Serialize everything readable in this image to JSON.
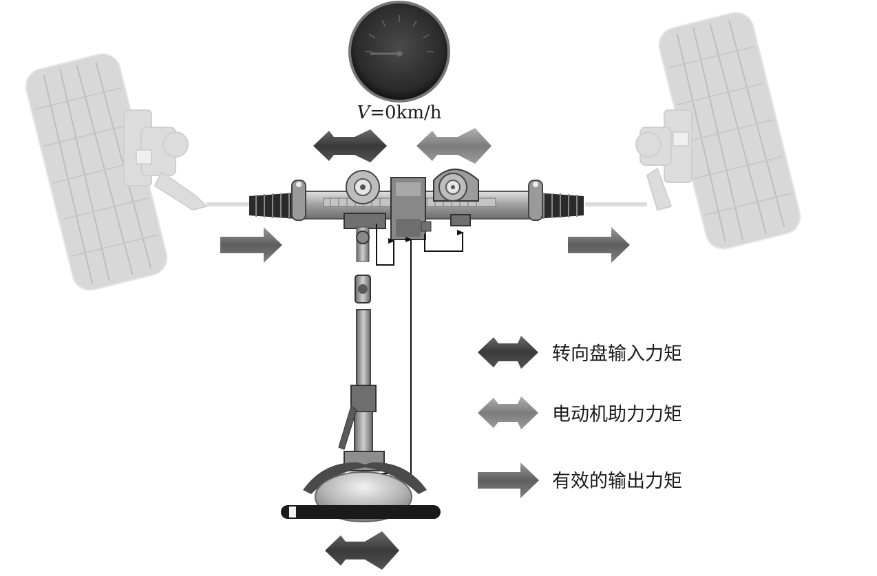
{
  "speedometer": {
    "variable": "V",
    "value_text": "=0km/h"
  },
  "legend": {
    "items": [
      {
        "label": "转向盘输入力矩",
        "icon": "dark-double-arrow-left"
      },
      {
        "label": "电动机助力力矩",
        "icon": "light-double-arrow-left"
      },
      {
        "label": "有效的输出力矩",
        "icon": "arrow-right"
      }
    ]
  },
  "colors": {
    "steering_input_arrow": "#4a4a4a",
    "motor_assist_arrow": "#8a8a8a",
    "output_arrow": "#707070",
    "wheel": "#d6d6d6",
    "rack": "#9a9a9a"
  }
}
